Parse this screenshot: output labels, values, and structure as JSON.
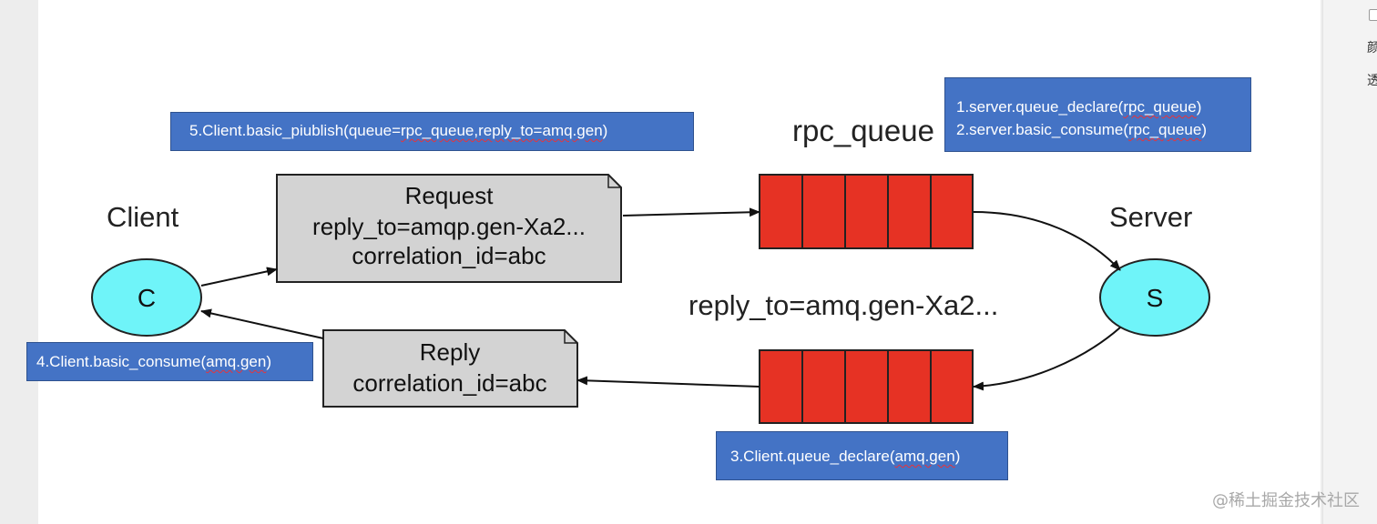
{
  "diagram": {
    "client_label": "Client",
    "server_label": "Server",
    "client_node": "C",
    "server_node": "S",
    "request_queue_label": "rpc_queue",
    "reply_queue_label": "reply_to=amq.gen-Xa2...",
    "request_message": [
      "Request",
      "reply_to=amqp.gen-Xa2...",
      "correlation_id=abc"
    ],
    "reply_message": [
      "Reply",
      "correlation_id=abc"
    ],
    "colors": {
      "node_fill": "#6ff4f9",
      "queue_fill": "#e63224",
      "message_fill": "#d3d3d3",
      "note_fill": "#4473c5"
    }
  },
  "notes": {
    "step5": {
      "prefix": "5.Client.basic_piublish(queue=",
      "squiggly": "rpc_queue,reply_to=amq.gen",
      "suffix": ")"
    },
    "server_steps": [
      {
        "prefix": "1.server.queue_declare(",
        "squiggly": "rpc_queue",
        "suffix": ")"
      },
      {
        "prefix": "2.server.basic_consume(",
        "squiggly": "rpc_queue",
        "suffix": ")"
      }
    ],
    "step4": {
      "prefix": "4.Client.basic_consume(",
      "squiggly": "amq.gen",
      "suffix": ")"
    },
    "step3": {
      "prefix": "3.Client.queue_declare(",
      "squiggly": "amq.gen",
      "suffix": ")"
    }
  },
  "side_panel": {
    "glyph1": "颜",
    "glyph2": "透"
  },
  "watermark": "@稀土掘金技术社区"
}
